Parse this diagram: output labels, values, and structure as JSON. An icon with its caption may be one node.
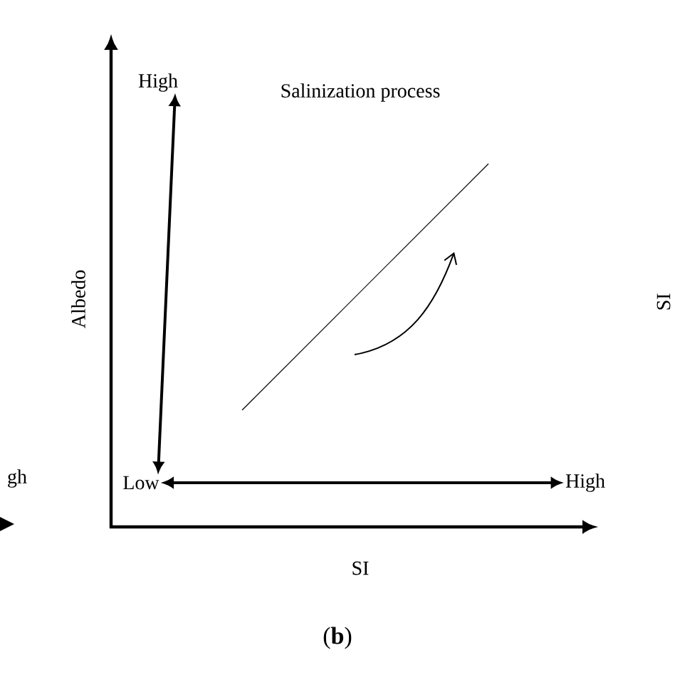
{
  "diagram": {
    "nodes": [
      {
        "text": [
          "High"
        ]
      },
      {
        "text": [
          "Low"
        ]
      },
      {
        "text": [
          "High"
        ]
      }
    ],
    "edges": [
      {
        "from": 0,
        "to": 1,
        "arrow": "both"
      },
      {
        "from": 1,
        "to": 2,
        "arrow": "both"
      }
    ],
    "labels": [
      "Salinization process",
      "Albedo",
      "SI",
      "(**b**)",
      "gh",
      "SI"
    ]
  }
}
